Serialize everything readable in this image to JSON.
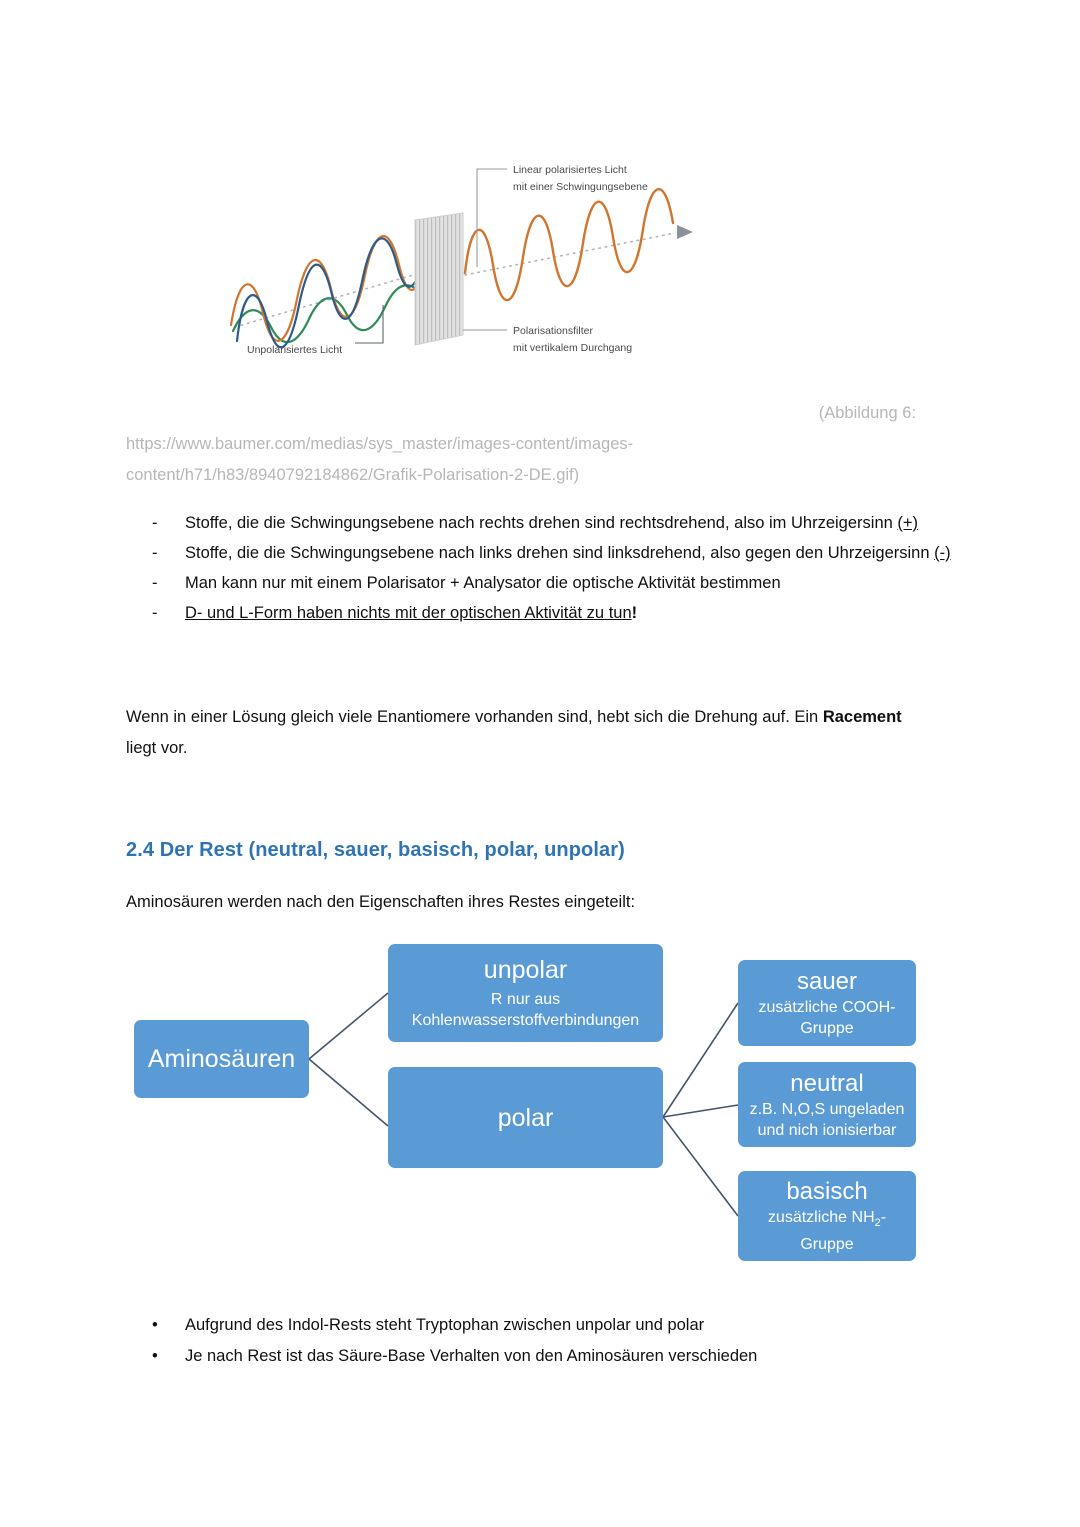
{
  "figure": {
    "alt_name": "polarisation-diagram",
    "labels": {
      "linear_line1": "Linear polarisiertes Licht",
      "linear_line2": "mit einer Schwingungsebene",
      "unpolarised": "Unpolarisiertes Licht",
      "filter_line1": "Polarisationsfilter",
      "filter_line2": "mit vertikalem Durchgang"
    },
    "colors": {
      "wave_blue": "#2e5c8a",
      "wave_orange": "#d1762e",
      "wave_green": "#2f8b57",
      "filter_gray": "#d6d6d6",
      "label_gray": "#4a4a4a"
    }
  },
  "caption": {
    "line1": "(Abbildung 6:",
    "line2": "https://www.baumer.com/medias/sys_master/images-content/images-",
    "line3": "content/h71/h83/8940792184862/Grafik-Polarisation-2-DE.gif)"
  },
  "dash_list": {
    "marker": "-",
    "items": [
      {
        "plain_before": "Stoffe, die die Schwingungsebene nach rechts drehen sind rechtsdrehend, also im Uhrzeigersinn ",
        "underlined": "(+)",
        "plain_after": "",
        "bold_after": ""
      },
      {
        "plain_before": "Stoffe, die die Schwingungsebene nach links drehen sind linksdrehend, also gegen den Uhrzeigersinn ",
        "underlined": "(-)",
        "plain_after": "",
        "bold_after": ""
      },
      {
        "plain_before": "Man kann nur mit einem Polarisator + Analysator die optische Aktivität bestimmen",
        "underlined": "",
        "plain_after": "",
        "bold_after": ""
      },
      {
        "plain_before": "",
        "underlined": "D- und L-Form haben nichts mit der optischen Aktivität zu tun",
        "plain_after": "",
        "bold_after": "!"
      }
    ]
  },
  "paragraph": {
    "part1": "Wenn in einer Lösung gleich viele Enantiomere vorhanden sind, hebt sich die Drehung auf. Ein ",
    "bold": "Racement",
    "part2": " liegt vor."
  },
  "heading": "2.4 Der Rest (neutral, sauer, basisch, polar, unpolar)",
  "intro": "Aminosäuren werden nach den Eigenschaften ihres Restes eingeteilt:",
  "diagram": {
    "box_color": "#5b9bd5",
    "connector_color": "#44546a",
    "root": {
      "title": "Aminosäuren",
      "subtitle": ""
    },
    "branches": [
      {
        "title": "unpolar",
        "sub1": "R nur aus",
        "sub2": "Kohlenwasserstoffverbindungen"
      },
      {
        "title": "polar",
        "sub1": "",
        "sub2": ""
      }
    ],
    "leaves": [
      {
        "title": "sauer",
        "sub1": "zusätzliche COOH-",
        "sub2": "Gruppe"
      },
      {
        "title": "neutral",
        "sub1": "z.B. N,O,S ungeladen",
        "sub2": "und nich ionisierbar"
      },
      {
        "title": "basisch",
        "sub1_pre": "zusätzliche NH",
        "sub1_sub": "2",
        "sub1_post": "-",
        "sub2": "Gruppe"
      }
    ]
  },
  "bottom_bullets": {
    "marker": "•",
    "items": [
      "Aufgrund des Indol-Rests steht Tryptophan zwischen unpolar und polar",
      "Je nach Rest ist das Säure-Base Verhalten von den Aminosäuren verschieden"
    ]
  }
}
